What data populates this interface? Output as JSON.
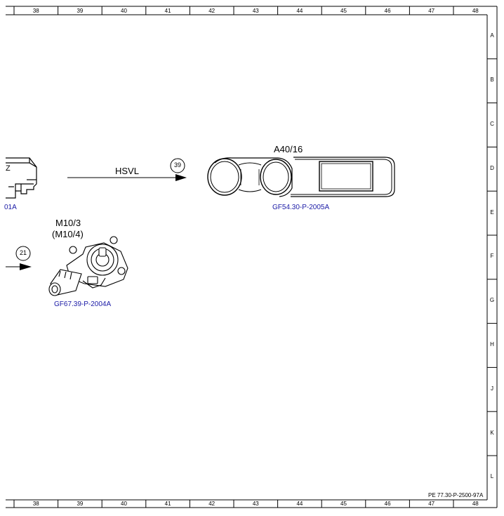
{
  "frame": {
    "top_columns": [
      "38",
      "39",
      "40",
      "41",
      "42",
      "43",
      "44",
      "45",
      "46",
      "47",
      "48"
    ],
    "bottom_columns": [
      "38",
      "39",
      "40",
      "41",
      "42",
      "43",
      "44",
      "45",
      "46",
      "47",
      "48"
    ],
    "right_rows": [
      "A",
      "B",
      "C",
      "D",
      "E",
      "F",
      "G",
      "H",
      "J",
      "K",
      "L"
    ]
  },
  "diagram": {
    "signal_label": "HSVL",
    "connector_top": "39",
    "connector_left": "21",
    "instrument_cluster": {
      "id": "A40/16",
      "ref": "GF54.30-P-2005A"
    },
    "window_motor": {
      "id": "M10/3",
      "alt_id": "(M10/4)",
      "ref": "GF67.39-P-2004A"
    },
    "partial_module_ref": "01A",
    "partial_module_mark": "Z",
    "sheet_code": "PE 77.30-P-2500-97A"
  }
}
